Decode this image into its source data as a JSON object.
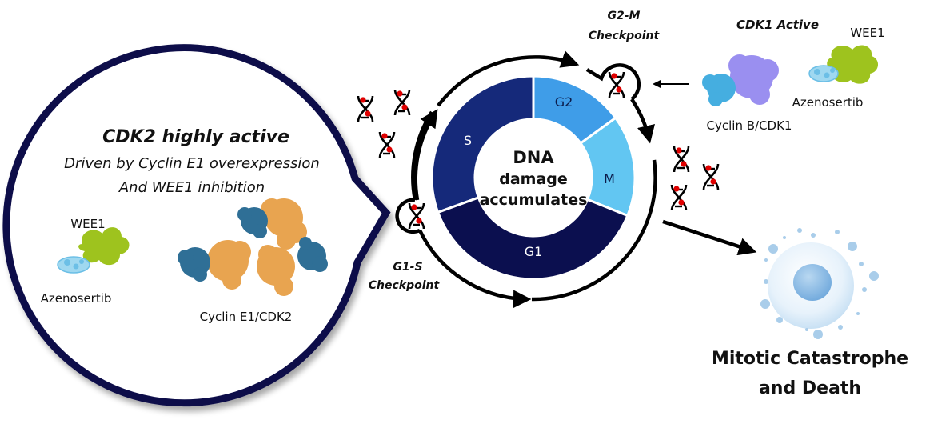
{
  "figure": {
    "callout": {
      "title": "CDK2 highly active",
      "line1": "Driven by Cyclin E1 overexpression",
      "line2": "And WEE1 inhibition",
      "wee1_label": "WEE1",
      "drug_label": "Azenosertib",
      "complex_label": "Cyclin E1/CDK2"
    },
    "cell_cycle": {
      "center_text": [
        "DNA",
        "damage",
        "accumulates"
      ],
      "phases": [
        {
          "name": "S",
          "color": "#15297a"
        },
        {
          "name": "G2",
          "color": "#3f9de8"
        },
        {
          "name": "M",
          "color": "#62c6f2"
        },
        {
          "name": "G1",
          "color": "#0b0f4f"
        }
      ]
    },
    "checkpoints": {
      "g1s": [
        "G1-S",
        "Checkpoint"
      ],
      "g2m": [
        "G2-M",
        "Checkpoint"
      ]
    },
    "cdk1": {
      "title": "CDK1 Active",
      "wee1_label": "WEE1",
      "drug_label": "Azenosertib",
      "complex_label": "Cyclin B/CDK1"
    },
    "outcome": {
      "line1": "Mitotic Catastrophe",
      "line2": "and Death"
    },
    "colors": {
      "bubble_outline": "#0d0d4a",
      "cdk2": "#2f6f96",
      "cyclin_e1": "#e8a450",
      "wee1": "#9ec31e",
      "azenosertib": "#9fd8f0",
      "cyclin_b": "#45aee0",
      "cdk1": "#9a8ff0",
      "dna_damage": "#e00000"
    }
  }
}
